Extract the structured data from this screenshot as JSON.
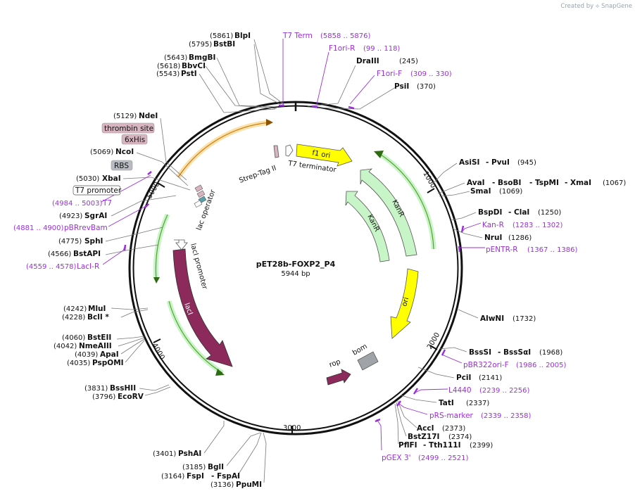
{
  "credit": "Created by ⟡ SnapGene",
  "plasmid": {
    "name": "pET28b-FOXP2_P4",
    "length": "5944 bp"
  },
  "ticks": [
    "1000",
    "2000",
    "3000",
    "4000",
    "5000"
  ],
  "colors": {
    "f1_ori": "#ffff00",
    "KanR": "#c8f5c8",
    "ori": "#ffff00",
    "lacI": "#8b2a5b",
    "rop": "#8b2a5b",
    "bom": "#a0a4a8",
    "primer": "#9b30d9",
    "tag": "#d8b4c0",
    "orf_outline": "#5aa02c",
    "orf_orange": "#f0a030"
  },
  "features": [
    "f1 ori",
    "KanR",
    "KanR",
    "ori",
    "lacI",
    "rop",
    "bom",
    "Strep-Tag II",
    "T7 terminator",
    "lac operator",
    "lacI promoter"
  ],
  "sites": {
    "BlpI": "(5861)",
    "BstBI": "(5795)",
    "BmgBI": "(5643)",
    "BbvCI": "(5618)",
    "PstI": "(5543)",
    "T7Term": "T7 Term",
    "T7Term_pos": "(5858 .. 5876)",
    "F1oriR": "F1ori-R",
    "F1oriR_pos": "(99 .. 118)",
    "DraIII": "DraIII",
    "DraIII_pos": "(245)",
    "F1oriF": "F1ori-F",
    "F1oriF_pos": "(309 .. 330)",
    "PsiI": "PsiI",
    "PsiI_pos": "(370)",
    "NdeI": "NdeI",
    "NdeI_pos": "(5129)",
    "thrombin": "thrombin site",
    "his": "6xHis",
    "NcoI": "NcoI",
    "NcoI_pos": "(5069)",
    "RBS": "RBS",
    "XbaI": "XbaI",
    "XbaI_pos": "(5030)",
    "T7promoter": "T7 promoter",
    "T7": "T7",
    "T7_pos": "(4984 .. 5003)",
    "SgrAI": "SgrAI",
    "SgrAI_pos": "(4923)",
    "pBRrevBam": "pBRrevBam",
    "pBRrevBam_pos": "(4881 .. 4900)",
    "SphI": "SphI",
    "SphI_pos": "(4775)",
    "BstAPI": "BstAPI",
    "BstAPI_pos": "(4566)",
    "LacIR": "LacI-R",
    "LacIR_pos": "(4559 .. 4578)",
    "MluI": "MluI",
    "MluI_pos": "(4242)",
    "BclI": "BclI *",
    "BclI_pos": "(4228)",
    "BstEII": "BstEII",
    "BstEII_pos": "(4060)",
    "NmeAIII": "NmeAIII",
    "NmeAIII_pos": "(4042)",
    "ApaI": "ApaI",
    "ApaI_pos": "(4039)",
    "PspOMI": "PspOMI",
    "PspOMI_pos": "(4035)",
    "BssHII": "BssHII",
    "BssHII_pos": "(3831)",
    "EcoRV": "EcoRV",
    "EcoRV_pos": "(3796)",
    "PshAI": "PshAI",
    "PshAI_pos": "(3401)",
    "BglI": "BglI",
    "BglI_pos": "(3185)",
    "FspI": "FspI",
    "FspAI": "- FspAI",
    "FspI_pos": "(3164)",
    "PpuMI": "PpuMI",
    "PpuMI_pos": "(3136)",
    "AsiSI": "AsiSI",
    "PvuI": "- PvuI",
    "AsiSI_pos": "(945)",
    "AvaI": "AvaI",
    "BsoBI": "- BsoBI",
    "TspMI": "- TspMI",
    "XmaI": "- XmaI",
    "AvaI_pos": "(1067)",
    "SmaI": "SmaI",
    "SmaI_pos": "(1069)",
    "BspDI": "BspDI",
    "ClaI": "- ClaI",
    "BspDI_pos": "(1250)",
    "KanR_primer": "Kan-R",
    "KanR_primer_pos": "(1283 .. 1302)",
    "NruI": "NruI",
    "NruI_pos": "(1286)",
    "pENTRR": "pENTR-R",
    "pENTRR_pos": "(1367 .. 1386)",
    "AlwNI": "AlwNI",
    "AlwNI_pos": "(1732)",
    "BssSI": "BssSI",
    "BssSaI": "- BssSαI",
    "BssSI_pos": "(1968)",
    "pBR322oriF": "pBR322ori-F",
    "pBR322oriF_pos": "(1986 .. 2005)",
    "PciI": "PciI",
    "PciI_pos": "(2141)",
    "L4440": "L4440",
    "L4440_pos": "(2239 .. 2256)",
    "TatI": "TatI",
    "TatI_pos": "(2337)",
    "pRSmarker": "pRS-marker",
    "pRSmarker_pos": "(2339 .. 2358)",
    "AccI": "AccI",
    "AccI_pos": "(2373)",
    "BstZ17I": "BstZ17I",
    "BstZ17I_pos": "(2374)",
    "PflFI": "PflFI",
    "Tth111I": "- Tth111I",
    "PflFI_pos": "(2399)",
    "pGEX3": "pGEX 3'",
    "pGEX3_pos": "(2499 .. 2521)"
  }
}
